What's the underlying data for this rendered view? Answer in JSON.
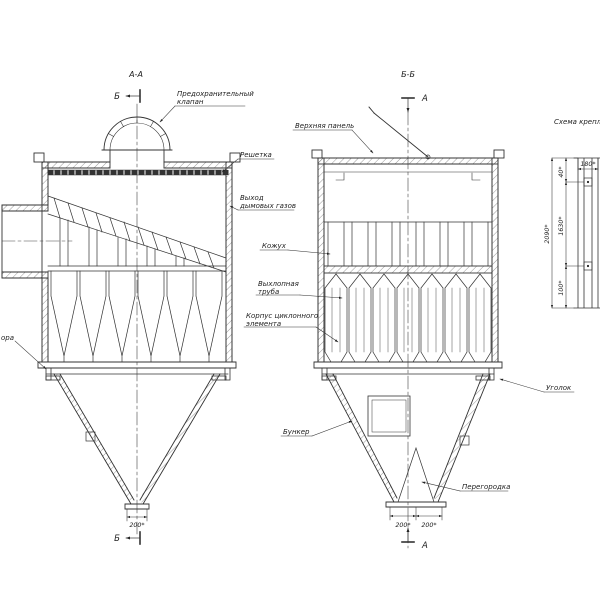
{
  "drawing": {
    "section_a": {
      "title": "А-А",
      "cut_mark": "Б",
      "labels": {
        "safety_valve_1": "Предохранительный",
        "safety_valve_2": "клапан",
        "grid": "Решетка",
        "gas_exit_1": "Выход",
        "gas_exit_2": "дымовых газов",
        "support_cut": "ора"
      },
      "dims": {
        "outlet": "200*"
      }
    },
    "section_b": {
      "title": "Б-Б",
      "cut_mark": "А",
      "labels": {
        "top_panel": "Верхняя панель",
        "casing": "Кожух",
        "exhaust_pipe_1": "Выхлопная",
        "exhaust_pipe_2": "труба",
        "cyclone_body_1": "Корпус циклонного",
        "cyclone_body_2": "элемента",
        "angle_bracket": "Уголок",
        "hopper": "Бункер",
        "partition": "Перегородка"
      },
      "dims": {
        "outlet_left": "200*",
        "outlet_right": "200*"
      }
    },
    "mount_detail": {
      "title": "Схема крепления",
      "dims": {
        "width": "180*",
        "top_offset": "40*",
        "bolt_spacing": "1630*",
        "bottom_offset": "100*",
        "total_height": "2090*"
      }
    }
  }
}
